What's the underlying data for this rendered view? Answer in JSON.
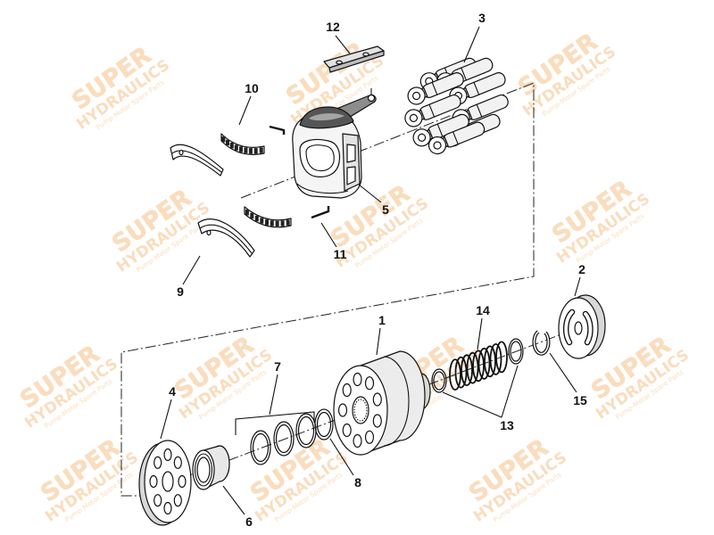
{
  "diagram": {
    "callouts": [
      "1",
      "2",
      "3",
      "4",
      "5",
      "6",
      "7",
      "8",
      "9",
      "10",
      "11",
      "12",
      "13",
      "14",
      "15"
    ]
  },
  "watermark": {
    "brand": "SUPER",
    "name": "HYDRAULICS",
    "tagline": "Pump-Motor Spare Parts",
    "color": "#f2a654"
  },
  "style": {
    "line_color": "#111111"
  }
}
